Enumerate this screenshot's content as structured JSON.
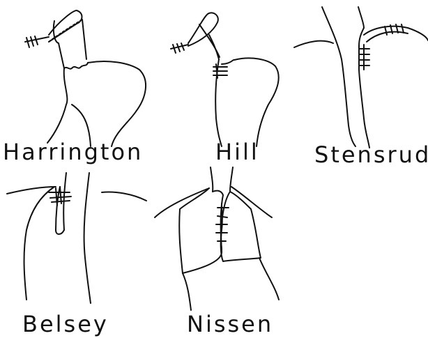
{
  "panels": {
    "harrington": {
      "label": "Harrington"
    },
    "hill": {
      "label": "Hill"
    },
    "stensrud": {
      "label": "Stensrud"
    },
    "belsey": {
      "label": "Belsey"
    },
    "nissen": {
      "label": "Nissen"
    }
  },
  "colors": {
    "ink": "#111111",
    "background": "#ffffff"
  }
}
